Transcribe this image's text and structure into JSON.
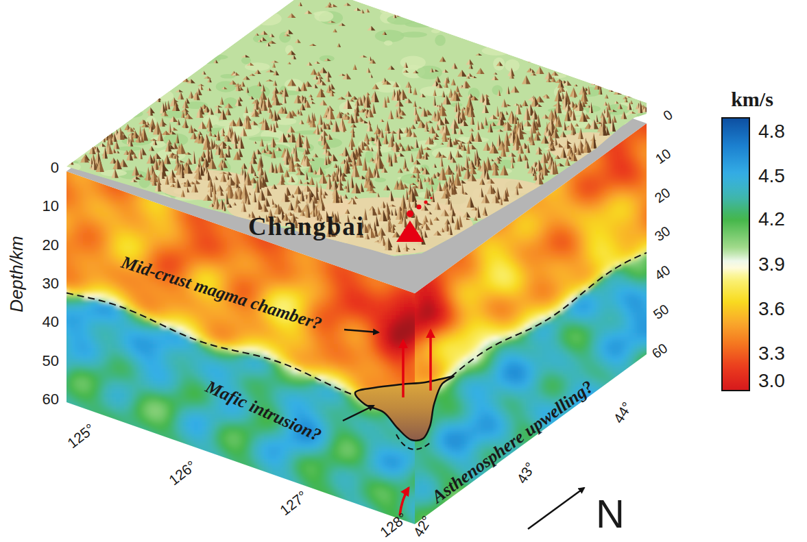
{
  "diagram": {
    "labels": [
      "km/s",
      "4.8",
      "4.5",
      "4.2",
      "3.9",
      "3.6",
      "3.3",
      "3.0",
      "Depth/km",
      "0",
      "10",
      "20",
      "30",
      "40",
      "50",
      "60",
      "0",
      "10",
      "20",
      "30",
      "40",
      "50",
      "60",
      "125°",
      "126°",
      "127°",
      "128°",
      "42°",
      "43°",
      "44°",
      "Changbai",
      "Mid-crust magma chamber?",
      "Mafic intrusion?",
      "Asthenosphere upwelling?",
      "N"
    ]
  }
}
